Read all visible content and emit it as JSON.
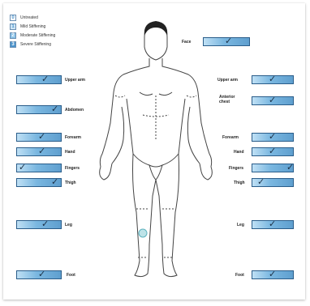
{
  "legend": [
    {
      "num": "0",
      "label": "Untreated",
      "color": "#ffffff"
    },
    {
      "num": "1",
      "label": "Mild Stiffening",
      "color": "#cfe6f6"
    },
    {
      "num": "2",
      "label": "Moderate Stiffening",
      "color": "#8cc3e8"
    },
    {
      "num": "3",
      "label": "Severe Stiffening",
      "color": "#4b94cc"
    }
  ],
  "fields": {
    "face": "Face",
    "upper_arm_left": "Upper arm",
    "upper_arm_right": "Upper arm",
    "abdomen": "Abdomen",
    "anterior_chest": "Anterior chest",
    "forearm_left": "Forearm",
    "forearm_right": "Forearm",
    "hand_left": "Hand",
    "hand_right": "Hand",
    "fingers_left": "Fingers",
    "fingers_right": "Fingers",
    "thigh_left": "Thigh",
    "thigh_right": "Thigh",
    "leg_left": "Leg",
    "leg_right": "Leg",
    "foot_left": "Foot",
    "foot_right": "Foot"
  },
  "check_glyph": "✓",
  "colors": {
    "field_border": "#2a5d8a",
    "field_fill": "#7ab7e0",
    "figure_line": "#444444"
  }
}
